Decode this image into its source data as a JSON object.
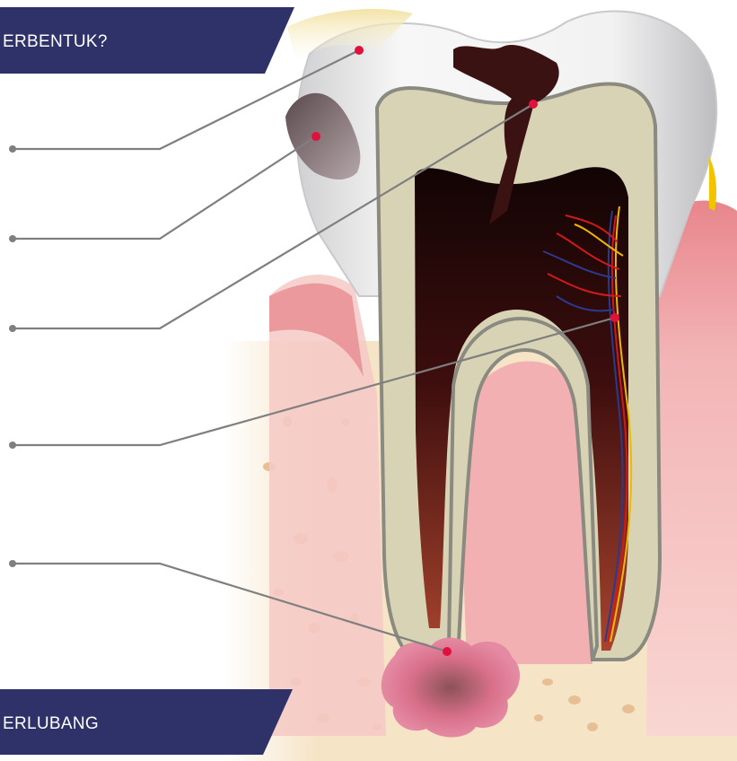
{
  "banners": {
    "top": "ERBENTUK?",
    "bottom": "ERLUBANG"
  },
  "colors": {
    "banner": "#2e3268",
    "enamel": "#e6e6e6",
    "dentin": "#d9d2b4",
    "pulp": "#3a0c0c",
    "gum": "#f2b9ba",
    "bone": "#f6e4c6",
    "decay": "#3b1212",
    "marker": "#e0123c",
    "leader": "#808080"
  },
  "callouts": [
    {
      "id": "enamel",
      "icon": "callout-dot"
    },
    {
      "id": "caries-spot",
      "icon": "callout-dot"
    },
    {
      "id": "dentin-crack",
      "icon": "callout-dot"
    },
    {
      "id": "pulp-nerve",
      "icon": "callout-dot"
    },
    {
      "id": "root-apex-abscess",
      "icon": "callout-dot"
    }
  ]
}
